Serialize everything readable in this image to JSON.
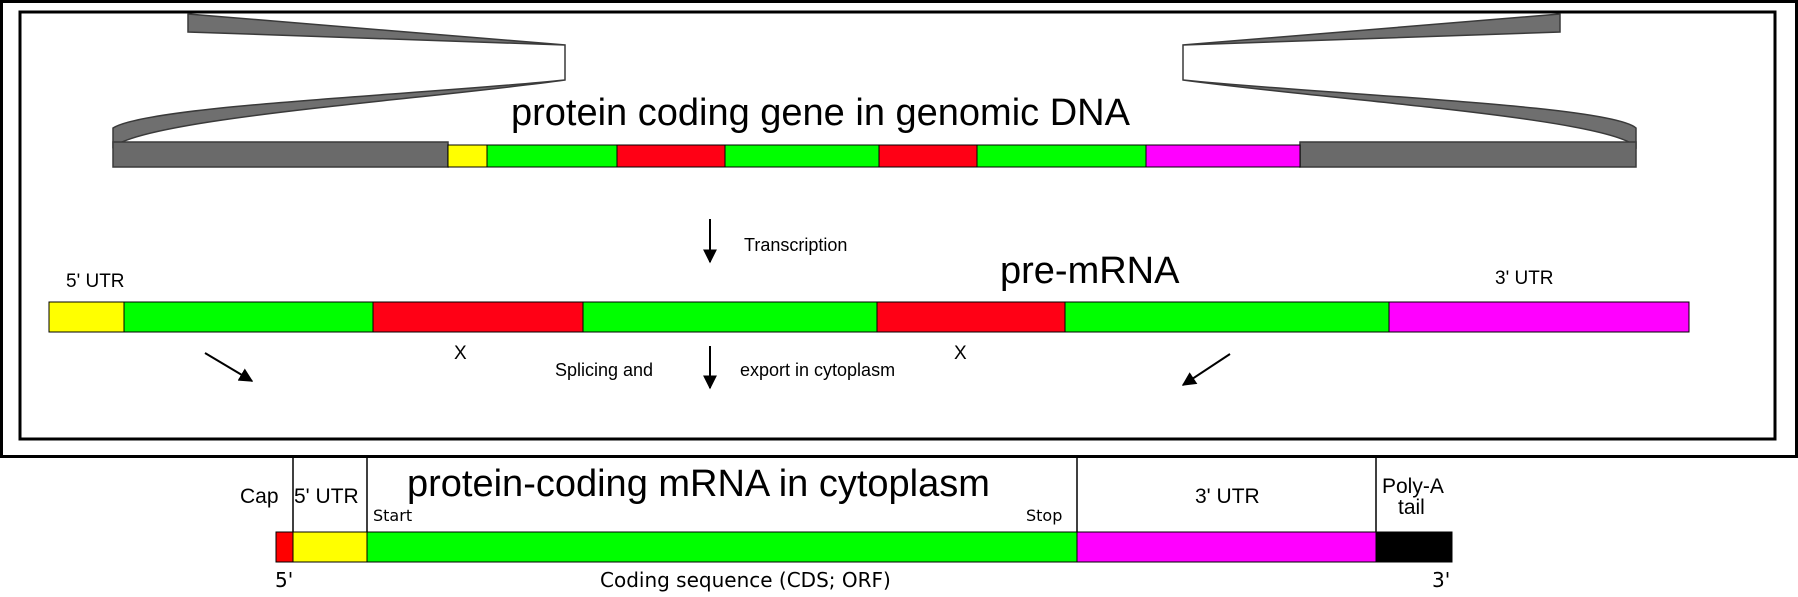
{
  "colors": {
    "utr5": "#ffff00",
    "exon": "#00ff00",
    "intron": "#ff0015",
    "utr3": "#ff00ff",
    "cap": "#ff0000",
    "polya": "#000000",
    "ribbon_light": "#6f6f6f",
    "ribbon_dark": "#4a4a4a"
  },
  "genomic": {
    "title": "protein coding gene in genomic DNA",
    "segments": [
      "utr5",
      "exon",
      "intron",
      "exon",
      "intron",
      "exon",
      "utr3"
    ]
  },
  "transcription_label": "Transcription",
  "premrna": {
    "title": "pre-mRNA",
    "utr5_label": "5' UTR",
    "utr3_label": "3' UTR",
    "intron_marks": [
      "X",
      "X"
    ],
    "segments": [
      "utr5",
      "exon",
      "intron",
      "exon",
      "intron",
      "exon",
      "utr3"
    ]
  },
  "splicing": {
    "left_label": "Splicing and",
    "right_label": "export in cytoplasm"
  },
  "mrna": {
    "title": "protein-coding mRNA in cytoplasm",
    "cap_label": "Cap",
    "utr5_label": "5' UTR",
    "start_label": "Start",
    "stop_label": "Stop",
    "utr3_label": "3' UTR",
    "polya_label_line1": "Poly-A",
    "polya_label_line2": "tail",
    "five_prime": "5'",
    "three_prime": "3'",
    "cds_label": "Coding sequence (CDS; ORF)"
  }
}
